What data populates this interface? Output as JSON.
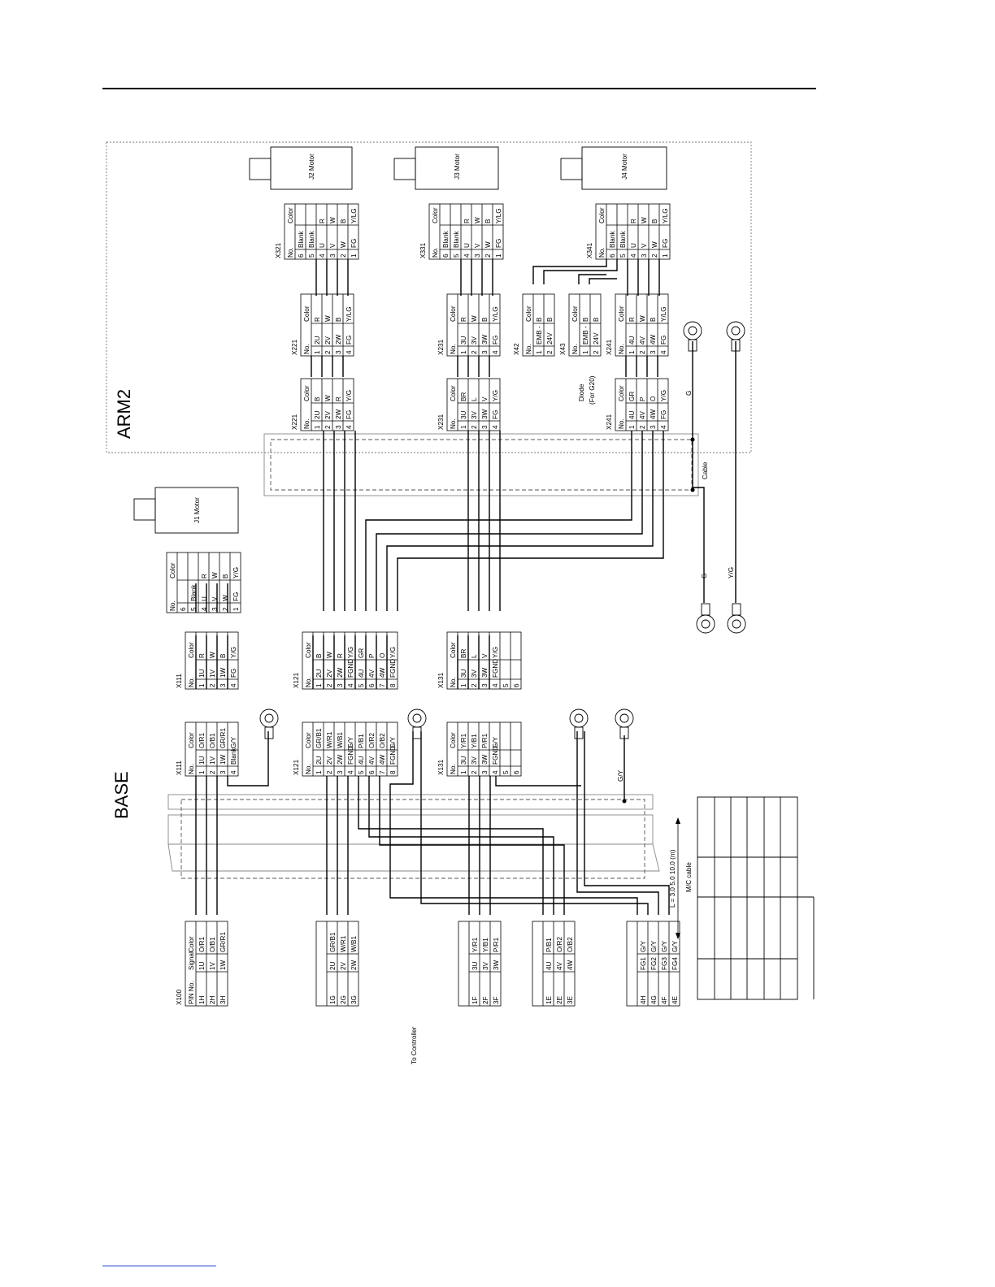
{
  "regions": {
    "base": "BASE",
    "arm2": "ARM2"
  },
  "labels": {
    "to_controller": "To Controller",
    "cable": "Cable",
    "mc_cable": "M/C cable",
    "length": "L = 3.0  5.0  10.0  (m)",
    "diode": "Diode",
    "diode_note": "(For G20)",
    "gy": "G/Y",
    "g": "G",
    "yg": "Y/G"
  },
  "motors": {
    "j1": "J1 Motor",
    "j2": "J2 Motor",
    "j3": "J3 Motor",
    "j4": "J4 Motor"
  },
  "x100": {
    "id": "X100",
    "headers": [
      "PIN No.",
      "Signal",
      "Color"
    ],
    "groups": [
      [
        [
          "1H",
          "1U",
          "O/R1"
        ],
        [
          "2H",
          "1V",
          "O/B1"
        ],
        [
          "3H",
          "1W",
          "GR/R1"
        ]
      ],
      [
        [
          "1G",
          "2U",
          "GR/B1"
        ],
        [
          "2G",
          "2V",
          "W/R1"
        ],
        [
          "3G",
          "2W",
          "W/B1"
        ]
      ],
      [
        [
          "1F",
          "3U",
          "Y/R1"
        ],
        [
          "2F",
          "3V",
          "Y/B1"
        ],
        [
          "3F",
          "3W",
          "P/R1"
        ]
      ],
      [
        [
          "1E",
          "4U",
          "P/B1"
        ],
        [
          "2E",
          "4V",
          "O/R2"
        ],
        [
          "3E",
          "4W",
          "O/B2"
        ]
      ],
      [
        [
          "4H",
          "FG1",
          "G/Y"
        ],
        [
          "4G",
          "FG2",
          "G/Y"
        ],
        [
          "4F",
          "FG3",
          "G/Y"
        ],
        [
          "4E",
          "FG4",
          "G/Y"
        ]
      ]
    ]
  },
  "base_left": {
    "x111": {
      "id": "X111",
      "headers": [
        "No.",
        "",
        "Color"
      ],
      "rows": [
        [
          "1",
          "1U",
          "O/R1"
        ],
        [
          "2",
          "1V",
          "O/B1"
        ],
        [
          "3",
          "1W",
          "GR/R1"
        ],
        [
          "4",
          "Blank",
          "G/Y"
        ]
      ]
    },
    "x121": {
      "id": "X121",
      "headers": [
        "No.",
        "",
        "Color"
      ],
      "rows": [
        [
          "1",
          "2U",
          "GR/B1"
        ],
        [
          "2",
          "2V",
          "W/R1"
        ],
        [
          "3",
          "2W",
          "W/B1"
        ],
        [
          "4",
          "FGND",
          "G/Y"
        ],
        [
          "5",
          "4U",
          "P/B1"
        ],
        [
          "6",
          "4V",
          "O/R2"
        ],
        [
          "7",
          "4W",
          "O/B2"
        ],
        [
          "8",
          "FGND",
          "G/Y"
        ]
      ]
    },
    "x131": {
      "id": "X131",
      "headers": [
        "No.",
        "",
        "Color"
      ],
      "rows": [
        [
          "1",
          "3U",
          "Y/R1"
        ],
        [
          "2",
          "3V",
          "Y/B1"
        ],
        [
          "3",
          "3W",
          "P/R1"
        ],
        [
          "4",
          "FGND",
          "G/Y"
        ],
        [
          "5",
          "",
          ""
        ],
        [
          "6",
          "",
          ""
        ]
      ]
    }
  },
  "base_right": {
    "x111": {
      "id": "X111",
      "headers": [
        "No.",
        "",
        "Color"
      ],
      "rows": [
        [
          "1",
          "1U",
          "R"
        ],
        [
          "2",
          "1V",
          "W"
        ],
        [
          "3",
          "1W",
          "B"
        ],
        [
          "4",
          "FG",
          "Y/G"
        ]
      ]
    },
    "x121": {
      "id": "X121",
      "headers": [
        "No.",
        "",
        "Color"
      ],
      "rows": [
        [
          "1",
          "2U",
          "B"
        ],
        [
          "2",
          "2V",
          "W"
        ],
        [
          "3",
          "2W",
          "R"
        ],
        [
          "4",
          "FGND",
          "Y/G"
        ],
        [
          "5",
          "4U",
          "GR"
        ],
        [
          "6",
          "4V",
          "P"
        ],
        [
          "7",
          "4W",
          "O"
        ],
        [
          "8",
          "FGND",
          "Y/G"
        ]
      ]
    },
    "x131": {
      "id": "X131",
      "headers": [
        "No.",
        "",
        "Color"
      ],
      "rows": [
        [
          "1",
          "3U",
          "BR"
        ],
        [
          "2",
          "3V",
          "L"
        ],
        [
          "3",
          "3W",
          "V"
        ],
        [
          "4",
          "FGND",
          "Y/G"
        ],
        [
          "5",
          "",
          ""
        ],
        [
          "6",
          "",
          ""
        ]
      ]
    }
  },
  "j1_conn": {
    "headers": [
      "No.",
      "",
      "Color"
    ],
    "rows": [
      [
        "6",
        "",
        ""
      ],
      [
        "5",
        "Blank",
        ""
      ],
      [
        "4",
        "U",
        "R"
      ],
      [
        "3",
        "V",
        "W"
      ],
      [
        "2",
        "W",
        "B"
      ],
      [
        "1",
        "FG",
        "Y/G"
      ]
    ]
  },
  "arm_a": {
    "x221": {
      "id": "X221",
      "headers": [
        "No.",
        "",
        "Color"
      ],
      "rows": [
        [
          "1",
          "2U",
          "B"
        ],
        [
          "2",
          "2V",
          "W"
        ],
        [
          "3",
          "2W",
          "R"
        ],
        [
          "4",
          "FG",
          "Y/G"
        ]
      ]
    },
    "x231": {
      "id": "X231",
      "headers": [
        "No.",
        "",
        "Color"
      ],
      "rows": [
        [
          "1",
          "3U",
          "BR"
        ],
        [
          "2",
          "3V",
          "L"
        ],
        [
          "3",
          "3W",
          "V"
        ],
        [
          "4",
          "FG",
          "Y/G"
        ]
      ]
    },
    "x241": {
      "id": "X241",
      "headers": [
        "No.",
        "",
        "Color"
      ],
      "rows": [
        [
          "1",
          "4U",
          "GR"
        ],
        [
          "2",
          "4V",
          "P"
        ],
        [
          "3",
          "4W",
          "O"
        ],
        [
          "4",
          "FG",
          "Y/G"
        ]
      ]
    }
  },
  "arm_b": {
    "x221": {
      "id": "X221",
      "headers": [
        "No.",
        "",
        "Color"
      ],
      "rows": [
        [
          "1",
          "2U",
          "R"
        ],
        [
          "2",
          "2V",
          "W"
        ],
        [
          "3",
          "2W",
          "B"
        ],
        [
          "4",
          "FG",
          "Y/LG"
        ]
      ]
    },
    "x231": {
      "id": "X231",
      "headers": [
        "No.",
        "",
        "Color"
      ],
      "rows": [
        [
          "1",
          "3U",
          "R"
        ],
        [
          "2",
          "3V",
          "W"
        ],
        [
          "3",
          "3W",
          "B"
        ],
        [
          "4",
          "FG",
          "Y/LG"
        ]
      ]
    },
    "x241": {
      "id": "X241",
      "headers": [
        "No.",
        "",
        "Color"
      ],
      "rows": [
        [
          "1",
          "4U",
          "R"
        ],
        [
          "2",
          "4V",
          "W"
        ],
        [
          "3",
          "4W",
          "B"
        ],
        [
          "4",
          "FG",
          "Y/LG"
        ]
      ]
    },
    "x42": {
      "id": "X42",
      "headers": [
        "No.",
        "",
        "Color"
      ],
      "rows": [
        [
          "1",
          "EMB -",
          "B"
        ],
        [
          "2",
          "24V",
          "B"
        ]
      ]
    },
    "x43": {
      "id": "X43",
      "headers": [
        "No.",
        "",
        "Color"
      ],
      "rows": [
        [
          "1",
          "EMB -",
          "B"
        ],
        [
          "2",
          "24V",
          "B"
        ]
      ]
    }
  },
  "arm_c": {
    "x321": {
      "id": "X321",
      "headers": [
        "No.",
        "",
        "Color"
      ],
      "rows": [
        [
          "6",
          "Blank",
          ""
        ],
        [
          "5",
          "Blank",
          ""
        ],
        [
          "4",
          "U",
          "R"
        ],
        [
          "3",
          "V",
          "W"
        ],
        [
          "2",
          "W",
          "B"
        ],
        [
          "1",
          "FG",
          "Y/LG"
        ]
      ]
    },
    "x331": {
      "id": "X331",
      "headers": [
        "No.",
        "",
        "Color"
      ],
      "rows": [
        [
          "6",
          "Blank",
          ""
        ],
        [
          "5",
          "Blank",
          ""
        ],
        [
          "4",
          "U",
          "R"
        ],
        [
          "3",
          "V",
          "W"
        ],
        [
          "2",
          "W",
          "B"
        ],
        [
          "1",
          "FG",
          "Y/LG"
        ]
      ]
    },
    "x341": {
      "id": "X341",
      "headers": [
        "No.",
        "",
        "Color"
      ],
      "rows": [
        [
          "6",
          "Blank",
          ""
        ],
        [
          "5",
          "Blank",
          ""
        ],
        [
          "4",
          "U",
          "R"
        ],
        [
          "3",
          "V",
          "W"
        ],
        [
          "2",
          "W",
          "B"
        ],
        [
          "1",
          "FG",
          "Y/LG"
        ]
      ]
    }
  }
}
